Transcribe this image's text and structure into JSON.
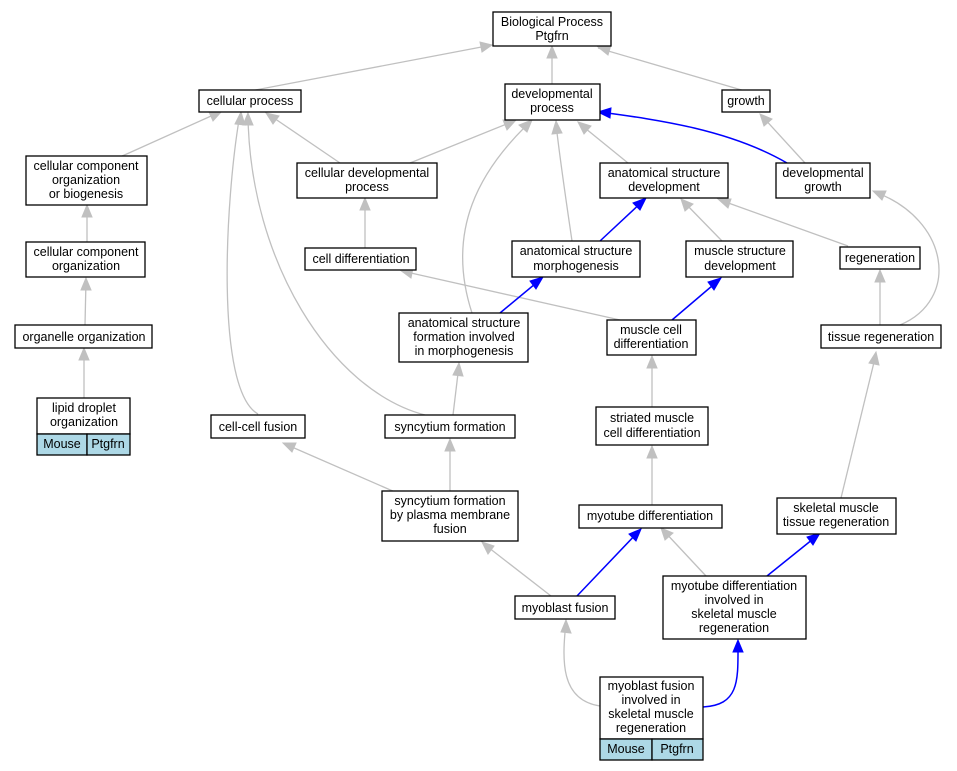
{
  "nodes": {
    "bp": [
      "Biological Process",
      "Ptgfrn"
    ],
    "cellular_process": [
      "cellular process"
    ],
    "developmental_process": [
      "developmental",
      "process"
    ],
    "growth": [
      "growth"
    ],
    "ccob": [
      "cellular component",
      "organization",
      "or biogenesis"
    ],
    "cellular_dev_process": [
      "cellular developmental",
      "process"
    ],
    "asd": [
      "anatomical structure",
      "development"
    ],
    "developmental_growth": [
      "developmental",
      "growth"
    ],
    "cco": [
      "cellular component",
      "organization"
    ],
    "cell_differentiation": [
      "cell differentiation"
    ],
    "asm": [
      "anatomical structure",
      "morphogenesis"
    ],
    "msd": [
      "muscle structure",
      "development"
    ],
    "regeneration": [
      "regeneration"
    ],
    "organelle_org": [
      "organelle organization"
    ],
    "asf": [
      "anatomical structure",
      "formation involved",
      "in morphogenesis"
    ],
    "mcd": [
      "muscle cell",
      "differentiation"
    ],
    "tissue_regen": [
      "tissue regeneration"
    ],
    "ldo": [
      "lipid droplet",
      "organization"
    ],
    "ccf": [
      "cell-cell fusion"
    ],
    "syncytium": [
      "syncytium formation"
    ],
    "smcd": [
      "striated muscle",
      "cell differentiation"
    ],
    "sfpm": [
      "syncytium formation",
      "by plasma membrane",
      "fusion"
    ],
    "myotube_diff": [
      "myotube differentiation"
    ],
    "smtr": [
      "skeletal muscle",
      "tissue regeneration"
    ],
    "myoblast_fusion": [
      "myoblast fusion"
    ],
    "mdisr": [
      "myotube differentiation",
      "involved in",
      "skeletal muscle",
      "regeneration"
    ],
    "mfisr": [
      "myoblast fusion",
      "involved in",
      "skeletal muscle",
      "regeneration"
    ]
  },
  "tags": {
    "ldo": [
      "Mouse",
      "Ptgfrn"
    ],
    "mfisr": [
      "Mouse",
      "Ptgfrn"
    ]
  },
  "colors": {
    "is_a_edge": "#c0c0c0",
    "part_of_edge": "#0000ff",
    "annotation_tag": "#add8e6",
    "node_border": "#000000"
  }
}
